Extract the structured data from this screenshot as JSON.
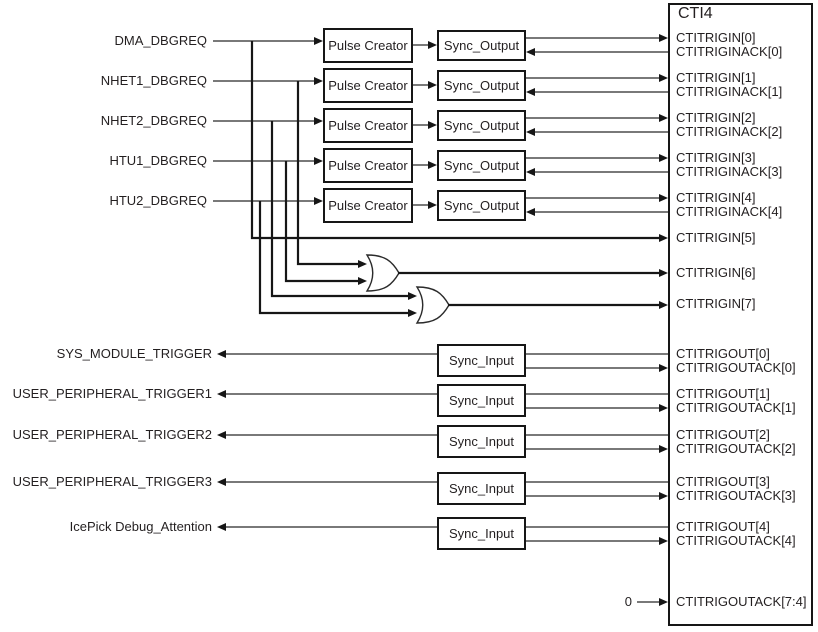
{
  "diagram": {
    "title": "CTI4",
    "blocks": {
      "pulse_creator": "Pulse Creator",
      "sync_output": "Sync_Output",
      "sync_input": "Sync_Input"
    },
    "input_rows": [
      {
        "signal": "DMA_DBGREQ",
        "trig": "CTITRIGIN[0]",
        "ack": "CTITRIGINACK[0]"
      },
      {
        "signal": "NHET1_DBGREQ",
        "trig": "CTITRIGIN[1]",
        "ack": "CTITRIGINACK[1]"
      },
      {
        "signal": "NHET2_DBGREQ",
        "trig": "CTITRIGIN[2]",
        "ack": "CTITRIGINACK[2]"
      },
      {
        "signal": "HTU1_DBGREQ",
        "trig": "CTITRIGIN[3]",
        "ack": "CTITRIGINACK[3]"
      },
      {
        "signal": "HTU2_DBGREQ",
        "trig": "CTITRIGIN[4]",
        "ack": "CTITRIGINACK[4]"
      }
    ],
    "direct_trigger_inputs": [
      "CTITRIGIN[5]",
      "CTITRIGIN[6]",
      "CTITRIGIN[7]"
    ],
    "output_rows": [
      {
        "signal": "SYS_MODULE_TRIGGER",
        "trig": "CTITRIGOUT[0]",
        "ack": "CTITRIGOUTACK[0]"
      },
      {
        "signal": "USER_PERIPHERAL_TRIGGER1",
        "trig": "CTITRIGOUT[1]",
        "ack": "CTITRIGOUTACK[1]"
      },
      {
        "signal": "USER_PERIPHERAL_TRIGGER2",
        "trig": "CTITRIGOUT[2]",
        "ack": "CTITRIGOUTACK[2]"
      },
      {
        "signal": "USER_PERIPHERAL_TRIGGER3",
        "trig": "CTITRIGOUT[3]",
        "ack": "CTITRIGOUTACK[3]"
      },
      {
        "signal": "IcePick Debug_Attention",
        "trig": "CTITRIGOUT[4]",
        "ack": "CTITRIGOUTACK[4]"
      }
    ],
    "tied_low": {
      "value": "0",
      "label": "CTITRIGOUTACK[7:4]"
    }
  }
}
